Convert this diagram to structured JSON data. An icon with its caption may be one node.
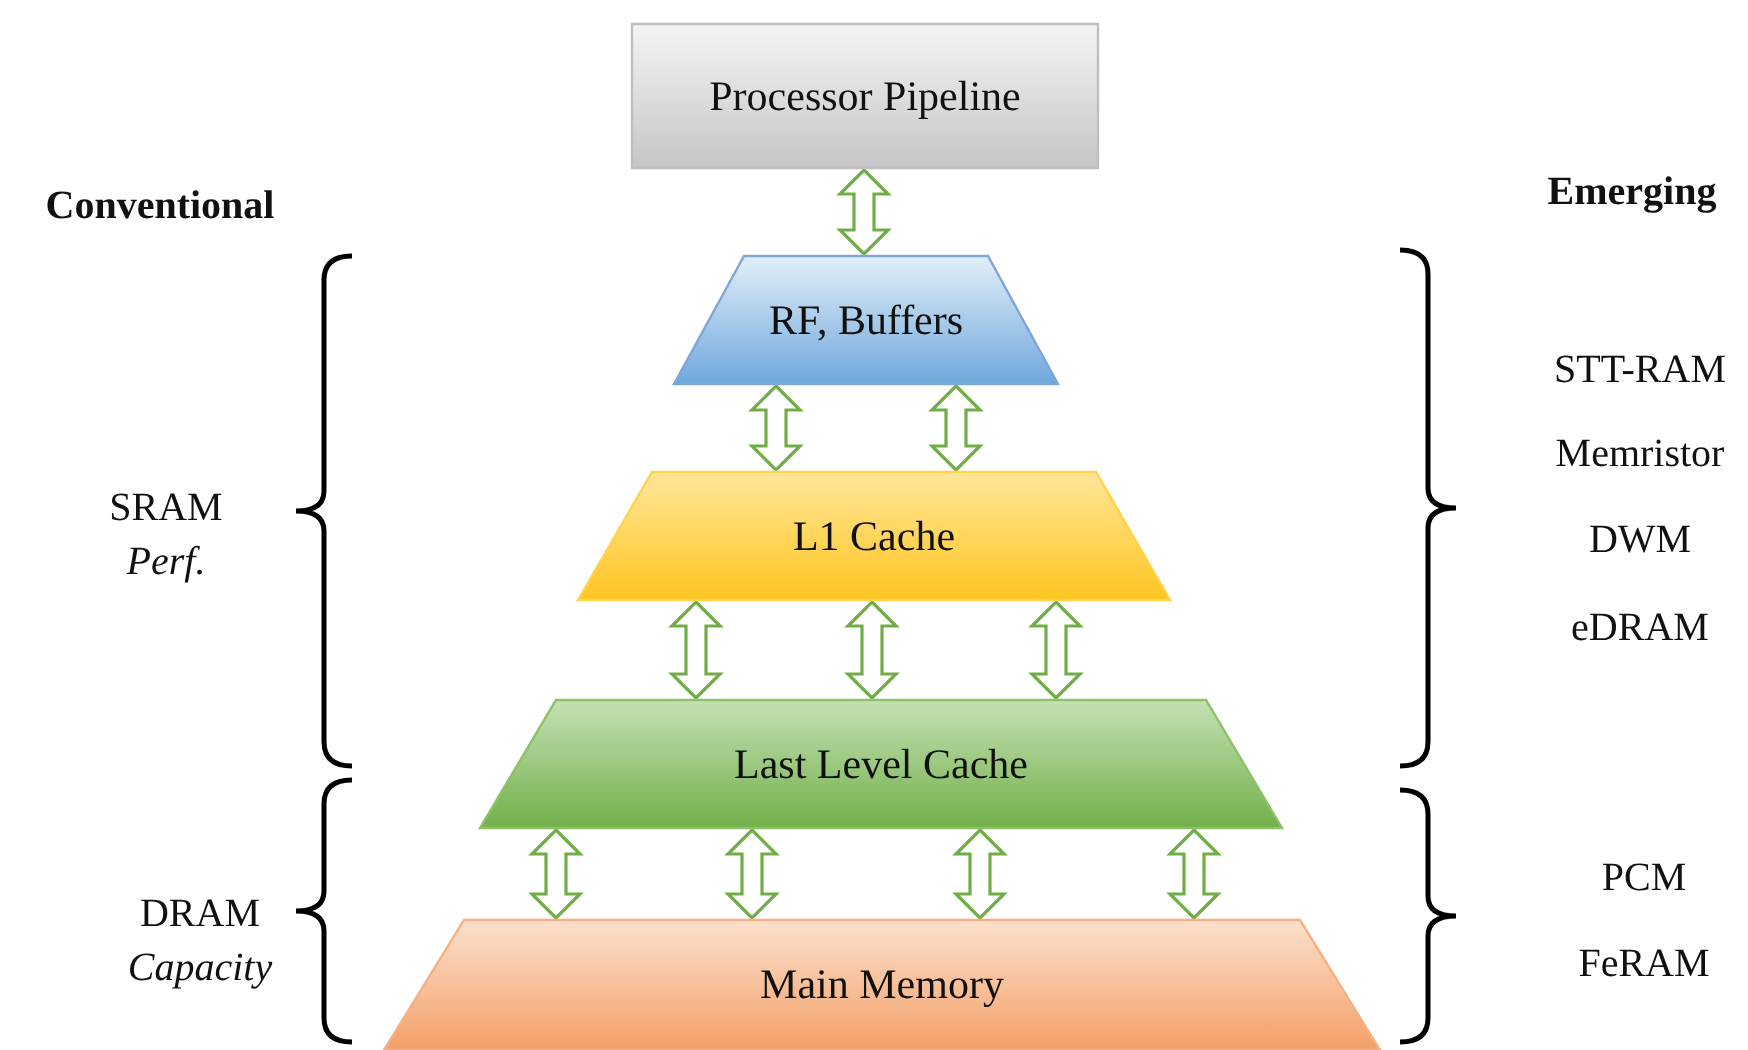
{
  "diagram": {
    "nodes": [
      {
        "text": [
          "Processor Pipeline"
        ]
      },
      {
        "text": [
          "RF, Buffers"
        ]
      },
      {
        "text": [
          "L1 Cache"
        ]
      },
      {
        "text": [
          "Last Level Cache"
        ]
      },
      {
        "text": [
          "Main Memory"
        ]
      }
    ],
    "edges": [
      {
        "from": 0,
        "to": 1,
        "arrow": "both"
      },
      {
        "from": 1,
        "to": 2,
        "arrow": "both"
      },
      {
        "from": 1,
        "to": 2,
        "arrow": "both"
      },
      {
        "from": 2,
        "to": 3,
        "arrow": "both"
      },
      {
        "from": 2,
        "to": 3,
        "arrow": "both"
      },
      {
        "from": 2,
        "to": 3,
        "arrow": "both"
      },
      {
        "from": 3,
        "to": 4,
        "arrow": "both"
      },
      {
        "from": 3,
        "to": 4,
        "arrow": "both"
      },
      {
        "from": 3,
        "to": 4,
        "arrow": "both"
      },
      {
        "from": 3,
        "to": 4,
        "arrow": "both"
      }
    ],
    "labels": [
      "Conventional",
      "Emerging",
      "SRAM",
      "Perf.",
      "STT-RAM",
      "Memristor",
      "DWM",
      "eDRAM",
      "DRAM",
      "Capacity",
      "PCM",
      "FeRAM"
    ]
  }
}
